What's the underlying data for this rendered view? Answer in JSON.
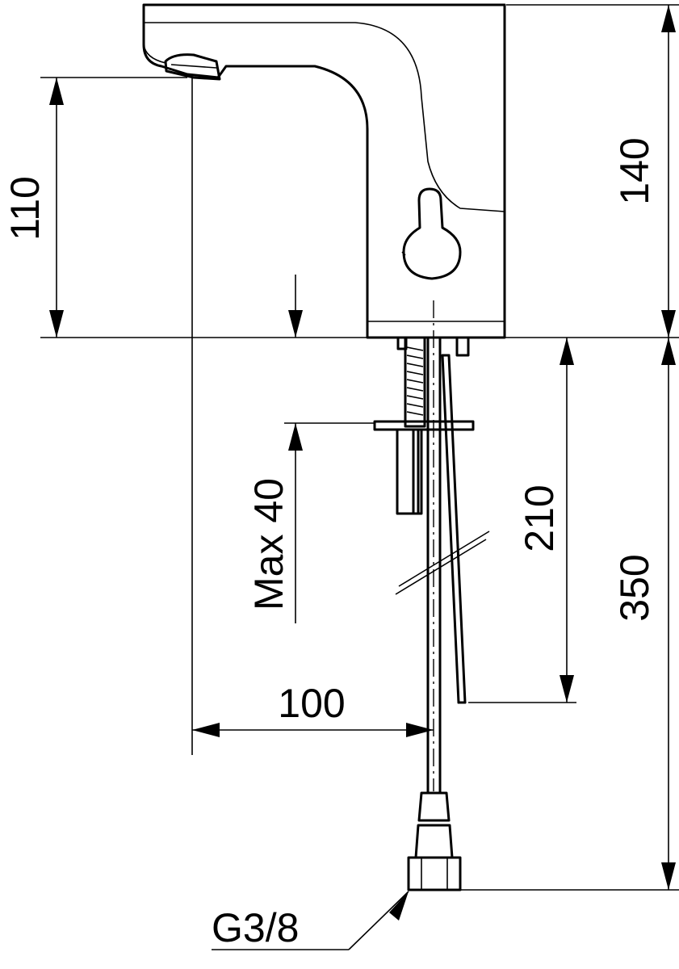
{
  "dimensions": {
    "spout_height": "110",
    "body_height": "140",
    "max_thickness": "Max 40",
    "hose_length": "210",
    "total_length": "350",
    "reach": "100",
    "connection_thread": "G3/8"
  }
}
